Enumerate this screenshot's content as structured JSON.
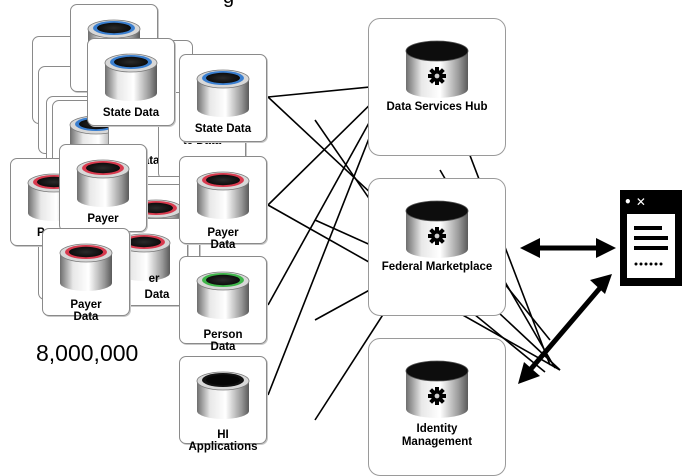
{
  "title_fragment": "g",
  "tiles": {
    "state_data_label": "State Data",
    "state_fragment_1": "St",
    "state_fragment_2": "ata",
    "state_fragment_3": "Data",
    "state_fragment_4": "te Data",
    "payer_label": "Payer",
    "payer_data_label": "Payer Data",
    "payer_fragment_1": "Pa",
    "payer_fragment_2": "er",
    "payer_fragment_3": "Data",
    "person_data_label": "Person Data",
    "hi_applications_label": "HI Applications"
  },
  "hubs": {
    "data_services_hub": "Data Services Hub",
    "federal_marketplace": "Federal Marketplace",
    "identity_management": "Identity Management"
  },
  "count_label": "8,000,000",
  "browser_icon": {
    "icon": "browser-window-icon",
    "title_glyphs": "•  ✕"
  },
  "colors": {
    "state_ring": "#3a7fd0",
    "payer_ring": "#d83a4e",
    "person_ring": "#3fb54a",
    "hi_ring": "#111111"
  }
}
